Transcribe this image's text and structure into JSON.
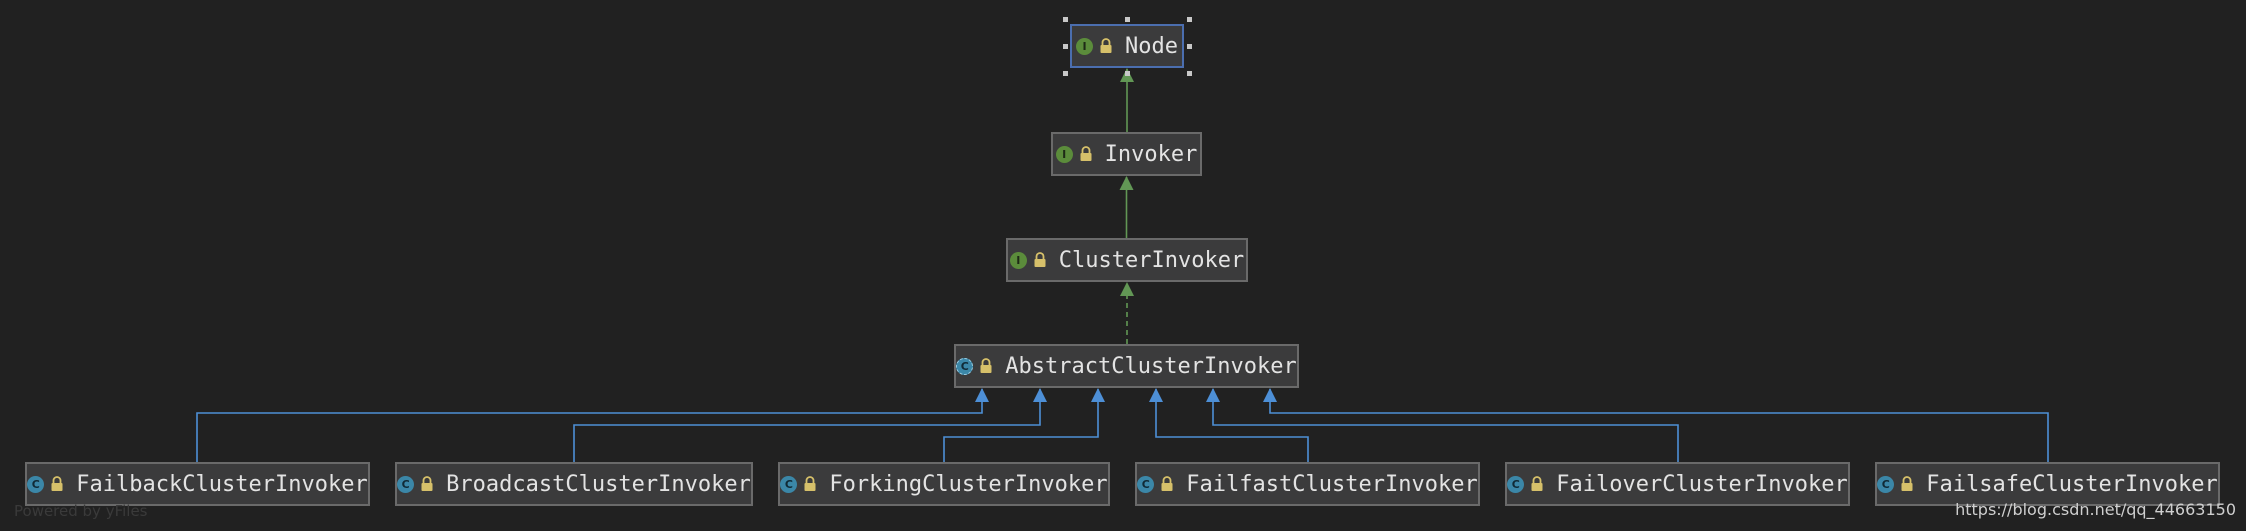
{
  "colors": {
    "background": "#212121",
    "interface_edge": "#629755",
    "subclass_edge": "#4d8fd6",
    "selected_border": "#4b6eaf"
  },
  "nodes": [
    {
      "label": "Node",
      "kind": "interface",
      "badge": "I",
      "selected": true
    },
    {
      "label": "Invoker",
      "kind": "interface",
      "badge": "I"
    },
    {
      "label": "ClusterInvoker",
      "kind": "interface",
      "badge": "I"
    },
    {
      "label": "AbstractClusterInvoker",
      "kind": "abstract",
      "badge": "C"
    },
    {
      "label": "FailbackClusterInvoker",
      "kind": "class",
      "badge": "C"
    },
    {
      "label": "BroadcastClusterInvoker",
      "kind": "class",
      "badge": "C"
    },
    {
      "label": "ForkingClusterInvoker",
      "kind": "class",
      "badge": "C"
    },
    {
      "label": "FailfastClusterInvoker",
      "kind": "class",
      "badge": "C"
    },
    {
      "label": "FailoverClusterInvoker",
      "kind": "class",
      "badge": "C"
    },
    {
      "label": "FailsafeClusterInvoker",
      "kind": "class",
      "badge": "C"
    }
  ],
  "edges": [
    {
      "from": "Invoker",
      "to": "Node",
      "type": "extends-interface"
    },
    {
      "from": "ClusterInvoker",
      "to": "Invoker",
      "type": "extends-interface"
    },
    {
      "from": "AbstractClusterInvoker",
      "to": "ClusterInvoker",
      "type": "implements"
    },
    {
      "from": "FailbackClusterInvoker",
      "to": "AbstractClusterInvoker",
      "type": "extends"
    },
    {
      "from": "BroadcastClusterInvoker",
      "to": "AbstractClusterInvoker",
      "type": "extends"
    },
    {
      "from": "ForkingClusterInvoker",
      "to": "AbstractClusterInvoker",
      "type": "extends"
    },
    {
      "from": "FailfastClusterInvoker",
      "to": "AbstractClusterInvoker",
      "type": "extends"
    },
    {
      "from": "FailoverClusterInvoker",
      "to": "AbstractClusterInvoker",
      "type": "extends"
    },
    {
      "from": "FailsafeClusterInvoker",
      "to": "AbstractClusterInvoker",
      "type": "extends"
    }
  ],
  "footer": {
    "powered_by": "Powered by yFiles",
    "watermark": "https://blog.csdn.net/qq_44663150"
  }
}
